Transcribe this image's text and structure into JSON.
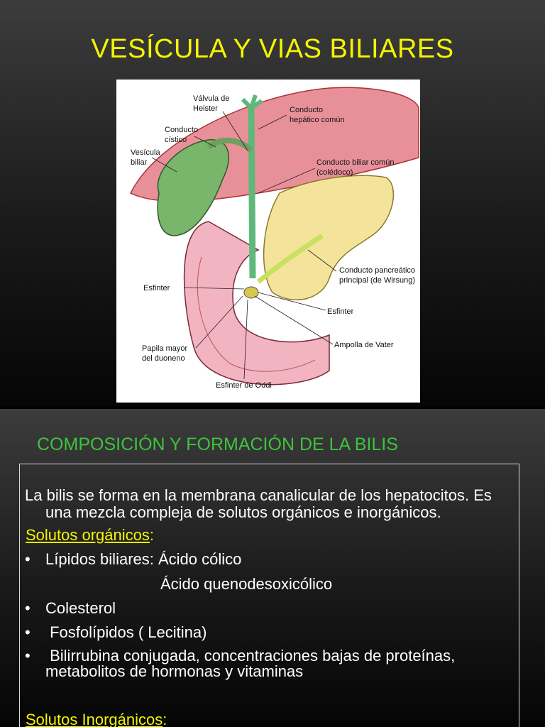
{
  "slide1": {
    "title": "VESÍCULA Y VIAS BILIARES",
    "diagram_labels": {
      "valvula": [
        "Válvula de",
        "Heister"
      ],
      "hepatico": [
        "Conducto",
        "hepático común"
      ],
      "cistico": [
        "Conducto",
        "cístico"
      ],
      "vesicula": [
        "Vesícula",
        "biliar"
      ],
      "coledoco": [
        "Conducto biliar común",
        "(colédoco)"
      ],
      "pancreatico": [
        "Conducto pancreático",
        "principal (de Wirsung)"
      ],
      "esfinter_left": "Esfinter",
      "esfinter_right": "Esfinter",
      "ampolla": "Ampolla de Vater",
      "papila": [
        "Papila mayor",
        "del duoneno"
      ],
      "oddi": "Esfinter de Oddi"
    }
  },
  "slide2": {
    "title": "COMPOSICIÓN Y FORMACIÓN DE LA BILIS",
    "intro_line1": "La bilis se forma en la membrana canalicular de los hepatocitos. Es",
    "intro_line2": "una mezcla compleja de solutos orgánicos e inorgánicos.",
    "organic_heading": "Solutos orgánicos",
    "organic_colon": ":",
    "bullet_char": "•",
    "bullets": [
      "Lípidos biliares: Ácido cólico",
      "Ácido quenodesoxicólico",
      "Colesterol",
      " Fosfolípidos ( Lecitina)",
      " Bilirrubina conjugada, concentraciones bajas de proteínas,",
      "metabolitos de hormonas y vitaminas"
    ],
    "inorganic_heading": "Solutos Inorgánicos",
    "inorganic_colon": ":"
  }
}
